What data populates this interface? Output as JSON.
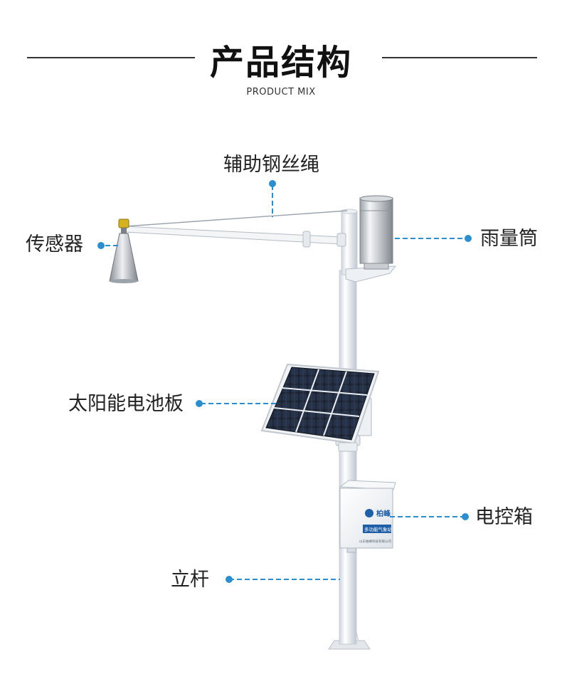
{
  "header": {
    "title": "产品结构",
    "subtitle": "PRODUCT MIX"
  },
  "labels": {
    "wire_rope": "辅助钢丝绳",
    "sensor": "传感器",
    "rain_gauge": "雨量筒",
    "solar_panel": "太阳能电池板",
    "control_box": "电控箱",
    "pole": "立杆"
  },
  "box_text": {
    "brand": "柏峰",
    "name": "多功能气象站",
    "company": "山东柏峰科技有限公司"
  },
  "colors": {
    "accent": "#2a8fd0",
    "text": "#222222"
  }
}
